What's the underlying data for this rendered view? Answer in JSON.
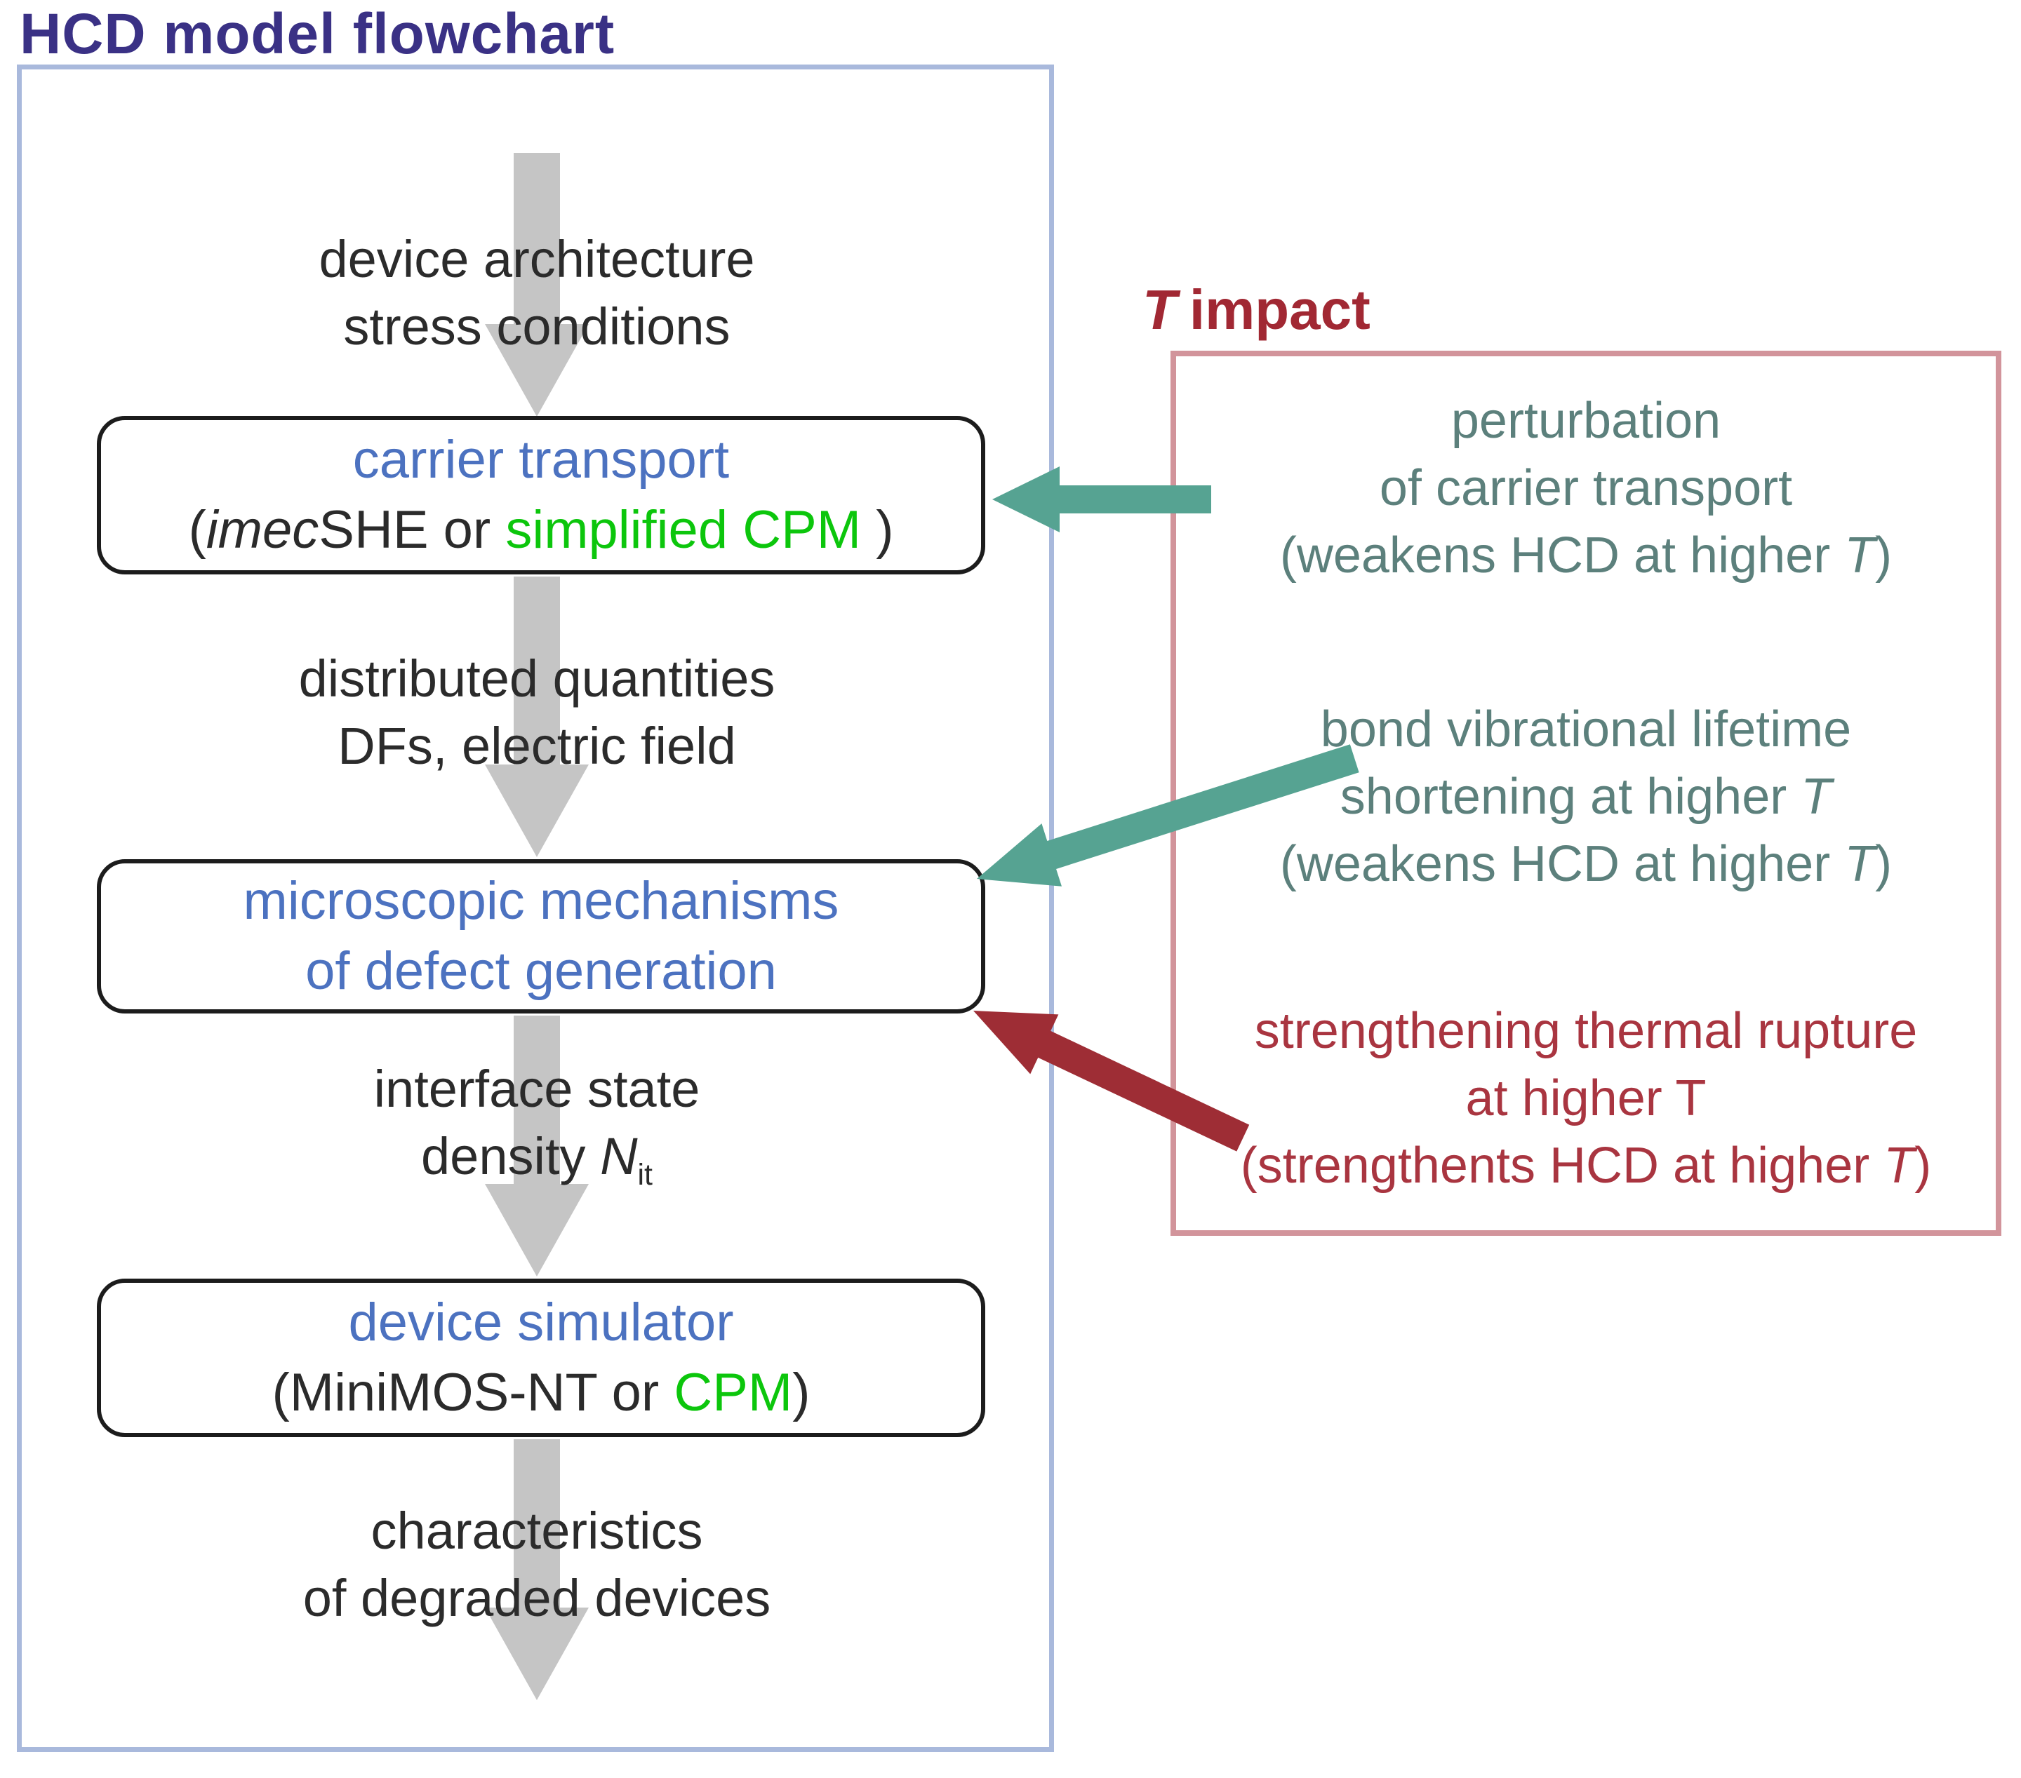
{
  "title": "HCD model flowchart",
  "impact_title": {
    "t": "T",
    "rest": "impact"
  },
  "flow": {
    "step1_line1": "device architecture",
    "step1_line2": "stress conditions",
    "box1_line1": "carrier transport",
    "box1_open": "(",
    "box1_imec": "imec",
    "box1_mid": "SHE or ",
    "box1_green": "simplified CPM",
    "box1_close": " )",
    "step2_line1": "distributed quantities",
    "step2_line2": "DFs, electric field",
    "box2_line1": "microscopic mechanisms",
    "box2_line2": "of defect generation",
    "step3_line1": "interface state",
    "step3_pre": "density ",
    "step3_n": "N",
    "step3_sub": "it",
    "box3_line1": "device simulator",
    "box3_pre": "(MiniMOS-NT or ",
    "box3_green": "CPM",
    "box3_close": ")",
    "step4_line1": "characteristics",
    "step4_line2": "of degraded devices"
  },
  "impact": {
    "note1_l1": "perturbation",
    "note1_l2": "of carrier transport",
    "note1_l3pre": "(weakens HCD at higher ",
    "note1_l3t": "T",
    "note1_l3close": ")",
    "note2_l1": "bond vibrational lifetime",
    "note2_l2pre": "shortening at higher ",
    "note2_l2t": "T",
    "note2_l3pre": "(weakens HCD at higher ",
    "note2_l3t": "T",
    "note2_l3close": ")",
    "note3_l1": "strengthening thermal rupture",
    "note3_l2": "at higher T",
    "note3_l3pre": "(strengthents HCD at higher ",
    "note3_l3t": "T",
    "note3_l3close": ")"
  },
  "colors": {
    "title_blue": "#3A3185",
    "frame_blue": "#A9B9DC",
    "frame_red": "#D2949B",
    "box_text_blue": "#4C72C0",
    "highlight_green": "#0CC60C",
    "flow_arrow_gray": "#C5C5C5",
    "impact_arrow_teal": "#56A392",
    "note_teal": "#5C807C",
    "note_red": "#A93540",
    "impact_arrow_red": "#9E2D35"
  }
}
